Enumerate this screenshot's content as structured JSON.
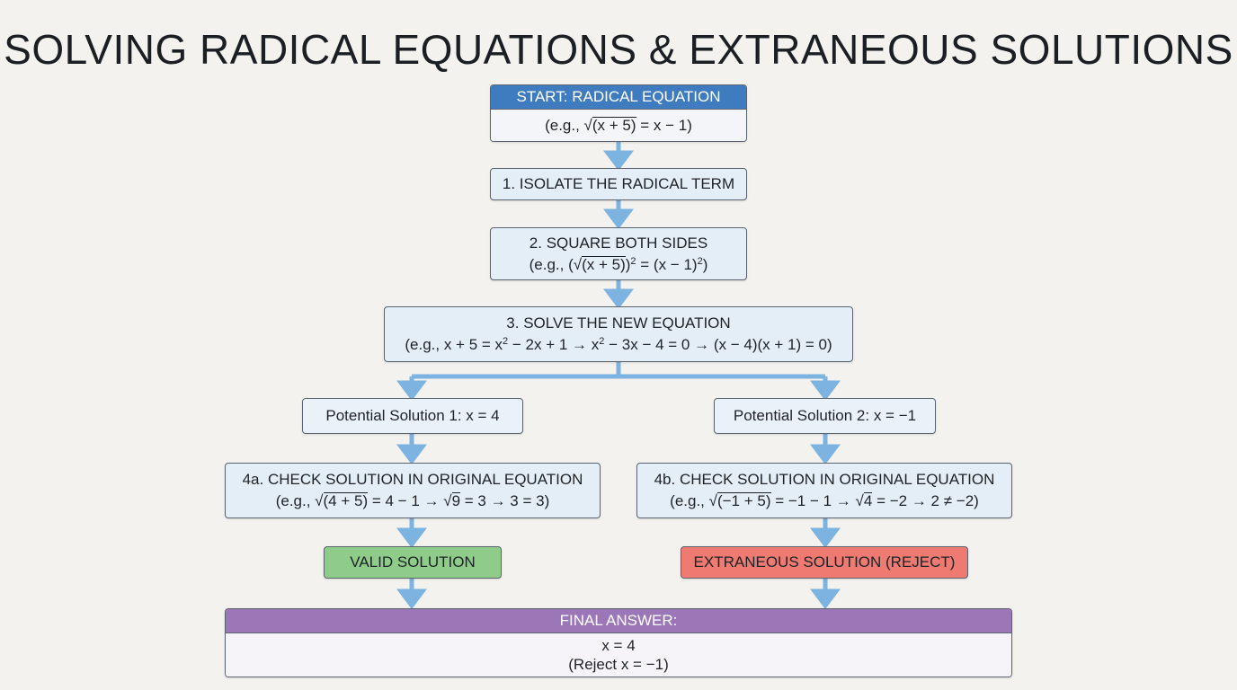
{
  "title": "SOLVING RADICAL EQUATIONS & EXTRANEOUS SOLUTIONS",
  "colors": {
    "arrow": "#7db3e0",
    "start_header": "#3f7bbf",
    "final_header": "#9b77b8",
    "step_fill": "#e4eef7",
    "valid_fill": "#8fcc8a",
    "reject_fill": "#ee7a72"
  },
  "start": {
    "header": "START: RADICAL EQUATION",
    "example_prefix": "(e.g., √",
    "example_radicand": "(x + 5)",
    "example_suffix": " = x − 1)"
  },
  "step1": {
    "label": "1. ISOLATE THE RADICAL TERM"
  },
  "step2": {
    "label": "2. SQUARE BOTH SIDES",
    "ex_a": "(e.g., (√",
    "ex_radicand": "(x + 5)",
    "ex_b": ")",
    "ex_exp1": "2",
    "ex_c": " = (x − 1)",
    "ex_exp2": "2",
    "ex_d": ")"
  },
  "step3": {
    "label": "3. SOLVE THE NEW EQUATION",
    "ex_a": "(e.g., x + 5 = x",
    "ex_exp1": "2",
    "ex_b": " − 2x + 1 → x",
    "ex_exp2": "2",
    "ex_c": " − 3x − 4 = 0 → (x − 4)(x + 1) = 0)"
  },
  "potential1": {
    "label": "Potential Solution 1: x = 4"
  },
  "potential2": {
    "label": "Potential Solution 2: x = −1"
  },
  "check_a": {
    "label": "4a. CHECK SOLUTION IN ORIGINAL EQUATION",
    "ex_a": "(e.g., √",
    "ex_rad1": "(4 + 5)",
    "ex_b": " = 4 − 1 → √",
    "ex_rad2": "9",
    "ex_c": " = 3 → 3 = 3)"
  },
  "check_b": {
    "label": "4b. CHECK SOLUTION IN ORIGINAL EQUATION",
    "ex_a": "(e.g., √",
    "ex_rad1": "(−1 + 5)",
    "ex_b": " = −1 − 1 → √",
    "ex_rad2": "4",
    "ex_c": " = −2 → 2 ≠ −2)"
  },
  "valid": {
    "label": "VALID SOLUTION"
  },
  "extraneous": {
    "label": "EXTRANEOUS SOLUTION (REJECT)"
  },
  "final": {
    "header": "FINAL ANSWER:",
    "line1": "x = 4",
    "line2": "(Reject x = −1)"
  }
}
